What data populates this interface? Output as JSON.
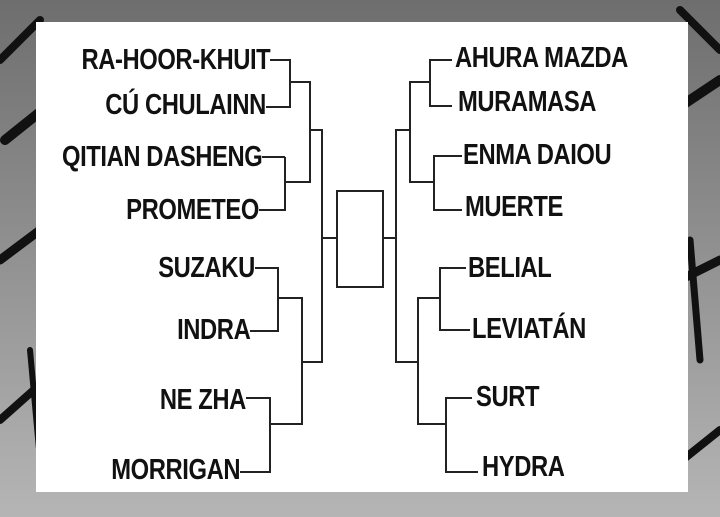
{
  "bracket": {
    "left": [
      "RA-HOOR-KHUIT",
      "CÚ CHULAINN",
      "QITIAN DASHENG",
      "PROMETEO",
      "SUZAKU",
      "INDRA",
      "NE ZHA",
      "MORRIGAN"
    ],
    "right": [
      "AHURA MAZDA",
      "MURAMASA",
      "ENMA DAIOU",
      "MUERTE",
      "BELIAL",
      "LEVIATÁN",
      "SURT",
      "HYDRA"
    ]
  }
}
